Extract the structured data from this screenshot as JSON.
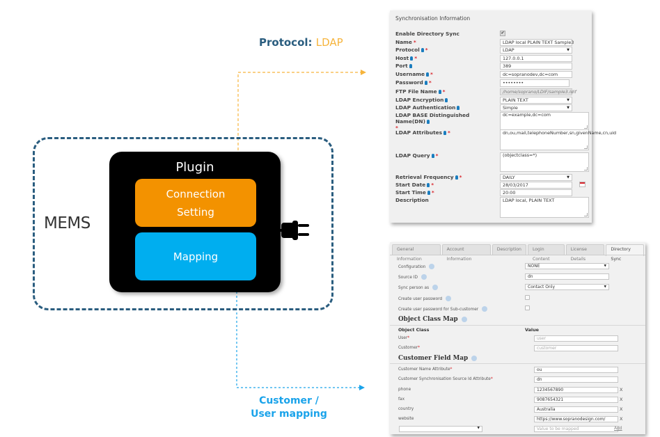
{
  "diagram": {
    "mems_label": "MEMS",
    "plugin_title": "Plugin",
    "connection_label": "Connection\nSetting",
    "mapping_label": "Mapping",
    "protocol_key": "Protocol",
    "protocol_sep": ": ",
    "protocol_value": "LDAP",
    "customer_mapping_label": "Customer /\nUser mapping",
    "colors": {
      "mems_border": "#2a5d7f",
      "connection": "#f39200",
      "mapping": "#00aeef",
      "protocol_arrow": "#f6b43c",
      "mapping_arrow": "#1aa3ea"
    }
  },
  "sync_panel": {
    "title": "Synchronisation Information",
    "fields": [
      {
        "label": "Enable Directory Sync",
        "type": "checkbox",
        "checked": true,
        "pin": false,
        "required": false
      },
      {
        "label": "Name",
        "value": "LDAP local PLAIN TEXT Sample3",
        "type": "text",
        "pin": false,
        "required": true
      },
      {
        "label": "Protocol",
        "value": "LDAP",
        "type": "select",
        "pin": true,
        "required": true
      },
      {
        "label": "Host",
        "value": "127.0.0.1",
        "type": "text",
        "pin": true,
        "required": true
      },
      {
        "label": "Port",
        "value": "389",
        "type": "text",
        "pin": true,
        "required": false
      },
      {
        "label": "Username",
        "value": "dc=sopranodev,dc=com",
        "type": "text",
        "pin": true,
        "required": true
      },
      {
        "label": "Password",
        "value": "••••••••",
        "type": "password",
        "pin": true,
        "required": true
      },
      {
        "label": "FTP File Name",
        "value": "/home/soprano/LDIF/sample3.ldif",
        "type": "disabled",
        "pin": true,
        "required": true
      },
      {
        "label": "LDAP Encryption",
        "value": "PLAIN TEXT",
        "type": "select",
        "pin": true,
        "required": false
      },
      {
        "label": "LDAP Authentication",
        "value": "Simple",
        "type": "select",
        "pin": true,
        "required": false
      },
      {
        "label": "LDAP BASE Distinguished Name(DN)",
        "value": "dc=example,dc=com",
        "type": "textarea",
        "pin": true,
        "required": true
      },
      {
        "label": "LDAP Attributes",
        "value": "dn,ou,mail,telephoneNumber,sn,givenName,cn,uid",
        "type": "textarea",
        "pin": true,
        "required": true
      },
      {
        "label": "LDAP Query",
        "value": "(objectclass=*)",
        "type": "textarea",
        "pin": true,
        "required": true
      },
      {
        "label": "Retrieval Frequency",
        "value": "DAILY",
        "type": "select",
        "pin": true,
        "required": true
      },
      {
        "label": "Start Date",
        "value": "28/03/2017",
        "type": "date",
        "pin": true,
        "required": true
      },
      {
        "label": "Start Time",
        "value": "20:00",
        "type": "text",
        "pin": true,
        "required": true
      },
      {
        "label": "Description",
        "value": "LDAP local, PLAIN TEXT",
        "type": "textarea",
        "pin": false,
        "required": false
      }
    ]
  },
  "dir_panel": {
    "tabs": [
      "General Information",
      "Account Information",
      "Description",
      "Login Content",
      "License Details",
      "Directory Sync"
    ],
    "active_tab": "Directory Sync",
    "settings": [
      {
        "label": "Configuration",
        "value": "NONE",
        "type": "select"
      },
      {
        "label": "Source ID",
        "value": "dn",
        "type": "text"
      },
      {
        "label": "Sync person as",
        "value": "Contact Only",
        "type": "select"
      },
      {
        "label": "Create user password",
        "type": "checkbox",
        "checked": false
      },
      {
        "label": "Create user password for Sub-customer",
        "type": "checkbox",
        "checked": false
      }
    ],
    "object_class_map": {
      "heading": "Object Class Map",
      "col_class": "Object Class",
      "col_value": "Value",
      "rows": [
        {
          "label": "User",
          "required_mark": "*",
          "placeholder": "user"
        },
        {
          "label": "Customer",
          "required_mark": "*",
          "placeholder": "customer"
        }
      ]
    },
    "customer_field_map": {
      "heading": "Customer Field Map",
      "rows": [
        {
          "label": "Customer Name Attribute",
          "required_mark": "*",
          "value": "ou",
          "removable": false
        },
        {
          "label": "Customer Synchronisation Source Id Attribute",
          "required_mark": "*",
          "value": "dn",
          "removable": false
        },
        {
          "label": "phone",
          "required_mark": "",
          "value": "1234567890",
          "removable": true
        },
        {
          "label": "fax",
          "required_mark": "",
          "value": "9087654321",
          "removable": true
        },
        {
          "label": "country",
          "required_mark": "",
          "value": "Australia",
          "removable": true
        },
        {
          "label": "website",
          "required_mark": "",
          "value": "https://www.sopranodesign.com/",
          "removable": true
        }
      ],
      "new_value_placeholder": "Value to be mapped",
      "remove_label": "X",
      "add_label": "Add"
    }
  }
}
